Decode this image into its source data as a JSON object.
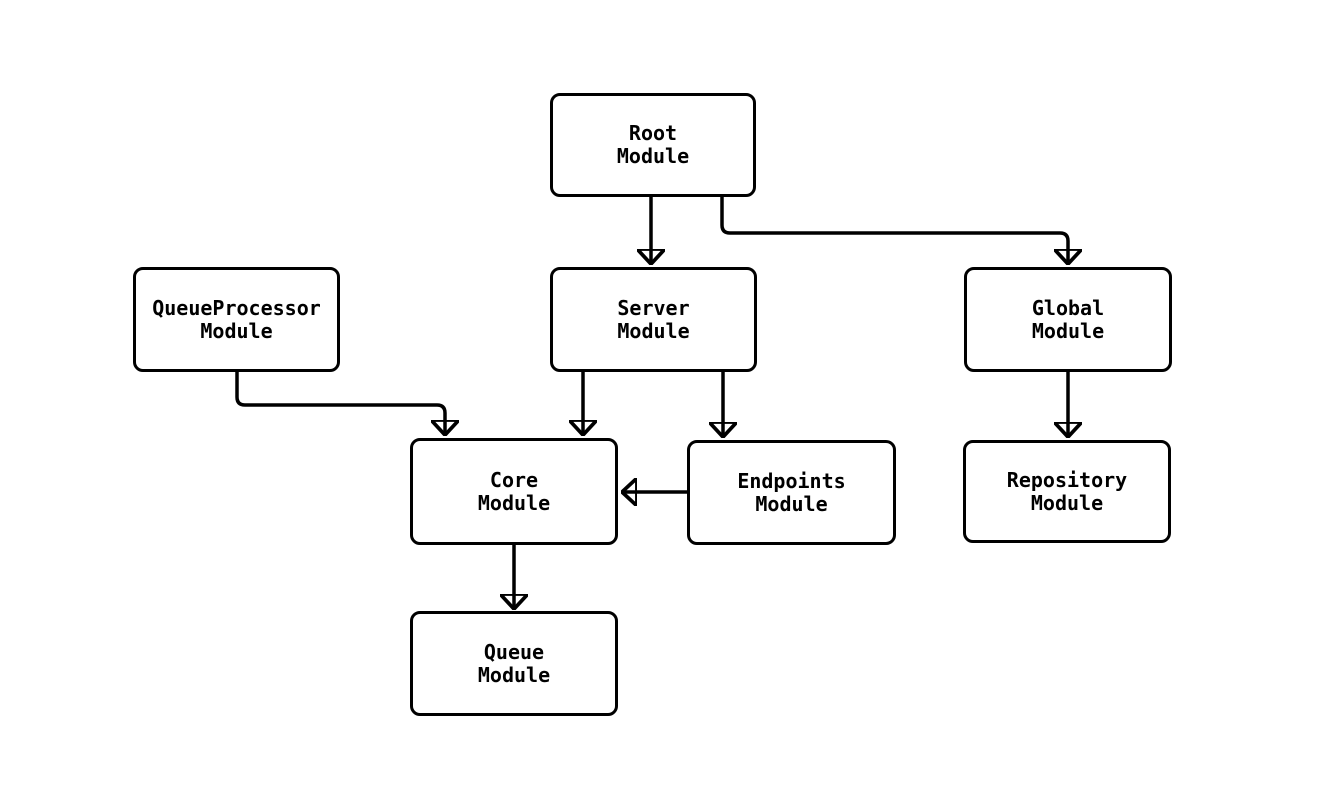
{
  "diagram": {
    "background_color": "#ffffff",
    "line_color": "#000000",
    "node_fill_color": "#ffffff",
    "node_border_color": "#000000",
    "nodes": [
      {
        "id": "root",
        "label": "Root\nModule"
      },
      {
        "id": "queueprocessor",
        "label": "QueueProcessor\nModule"
      },
      {
        "id": "server",
        "label": "Server\nModule"
      },
      {
        "id": "global",
        "label": "Global\nModule"
      },
      {
        "id": "core",
        "label": "Core\nModule"
      },
      {
        "id": "endpoints",
        "label": "Endpoints\nModule"
      },
      {
        "id": "repository",
        "label": "Repository\nModule"
      },
      {
        "id": "queue",
        "label": "Queue\nModule"
      }
    ],
    "edges": [
      {
        "from": "root",
        "to": "server"
      },
      {
        "from": "root",
        "to": "global"
      },
      {
        "from": "queueprocessor",
        "to": "core"
      },
      {
        "from": "server",
        "to": "core"
      },
      {
        "from": "server",
        "to": "endpoints"
      },
      {
        "from": "endpoints",
        "to": "core"
      },
      {
        "from": "global",
        "to": "repository"
      },
      {
        "from": "core",
        "to": "queue"
      }
    ]
  }
}
